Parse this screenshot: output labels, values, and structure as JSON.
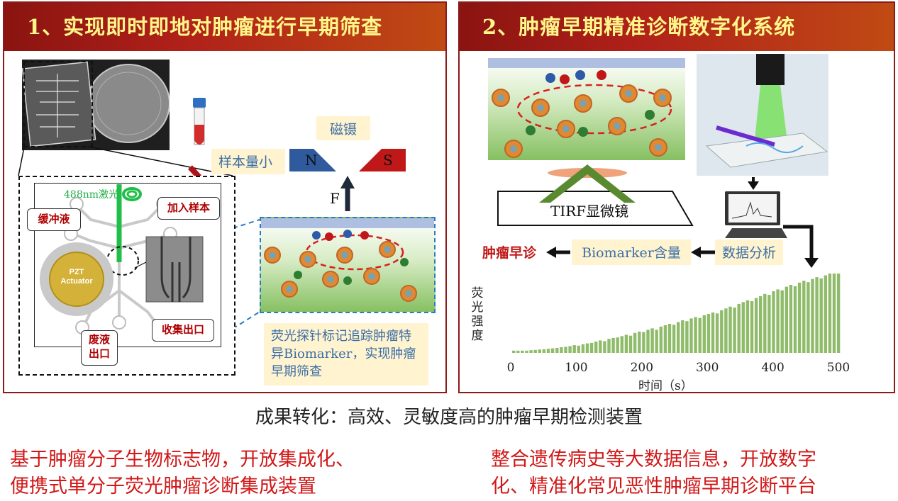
{
  "panel1": {
    "title": "1、实现即时即地对肿瘤进行早期筛查",
    "laser": "488nm激光",
    "buffer": "缓冲液",
    "add_sample": "加入样本",
    "waste1": "废液",
    "waste2": "出口",
    "collect": "收集出口",
    "pzt1": "PZT",
    "pzt2": "Actuator",
    "magnet_label": "磁镊",
    "small_sample": "样本量小",
    "pole_n": "N",
    "pole_s": "S",
    "force": "F",
    "description": "荧光探针标记追踪肿瘤特异Biomarker，实现肿瘤早期筛查"
  },
  "panel2": {
    "title": "2、肿瘤早期精准诊断数字化系统",
    "tirf": "TIRF显微镜",
    "early_diag": "肿瘤早诊",
    "biomarker": "Biomarker含量",
    "data_analysis": "数据分析"
  },
  "chart_data": {
    "type": "bar",
    "ylabel": "荧光强度",
    "xlabel": "时间（s）",
    "xlim": [
      0,
      500
    ],
    "xticks": [
      0,
      100,
      200,
      300,
      400,
      500
    ],
    "values": [
      1,
      1,
      1,
      1,
      1.2,
      1.3,
      1.5,
      1.6,
      1.8,
      2.0,
      2.2,
      2.5,
      2.7,
      3.0,
      3.4,
      3.2,
      3.8,
      4.2,
      4.4,
      5.0,
      5.5,
      5.2,
      6.2,
      6.6,
      6.8,
      7.4,
      8.0,
      7.6,
      8.8,
      9.4,
      9.2,
      10.2,
      10.8,
      10.2,
      11.6,
      12.2,
      12.8,
      12.4,
      13.6,
      14.4,
      14.0,
      15.2,
      15.8,
      15.4,
      16.6,
      17.2,
      17.8,
      17.4,
      18.8,
      19.6,
      20.4,
      20.0,
      21.6,
      22.4,
      23.2,
      22.8,
      24.2,
      25.0,
      26.0,
      25.6,
      27.2,
      28.0,
      27.6,
      29.2,
      30.0,
      29.4,
      31.0,
      31.8,
      31.2,
      32.6,
      33.4,
      32.8,
      34.2,
      35.0,
      35.0,
      35.0
    ],
    "color": "#8fbb6a"
  },
  "footer": {
    "title": "成果转化：高效、灵敏度高的肿瘤早期检测装置",
    "left_line1": "基于肿瘤分子生物标志物，开放集成化、",
    "left_line2": "便携式单分子荧光肿瘤诊断集成装置",
    "right_line1": "整合遗传病史等大数据信息，开放数字",
    "right_line2": "化、精准化常见恶性肿瘤早期诊断平台"
  },
  "colors": {
    "banner": "#a81a14",
    "banner_text": "#fff68a",
    "accent_red": "#d11818",
    "label_blue": "#3a6ea5",
    "bar_green": "#8fbb6a"
  }
}
